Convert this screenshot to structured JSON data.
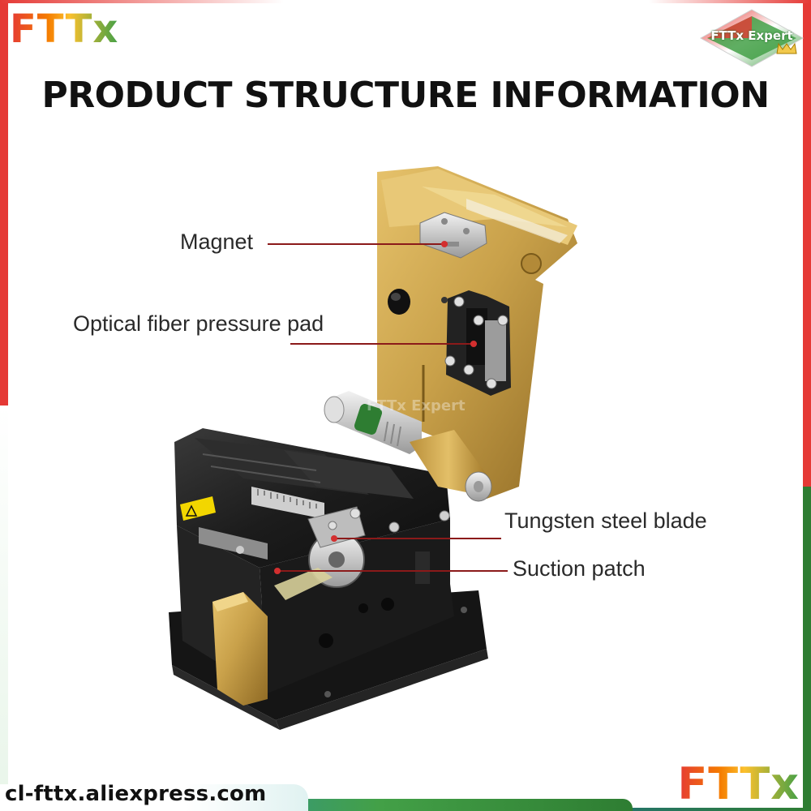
{
  "brand": {
    "logo_top": "FTTx",
    "logo_bottom": "FTTx",
    "badge_text": "FTTx Expert"
  },
  "title": "PRODUCT STRUCTURE INFORMATION",
  "labels": {
    "magnet": "Magnet",
    "pressure_pad": "Optical fiber pressure pad",
    "blade": "Tungsten steel blade",
    "suction": "Suction patch"
  },
  "footer": {
    "url": "cl-fttx.aliexpress.com"
  },
  "colors": {
    "gold": "#c9a14a",
    "black_body": "#1c1c1c",
    "leader": "#8b1a1a",
    "brand_red": "#e53935",
    "brand_green": "#43a047"
  },
  "icons": [
    "product-photo",
    "warning-sticker-icon",
    "crown-icon"
  ]
}
